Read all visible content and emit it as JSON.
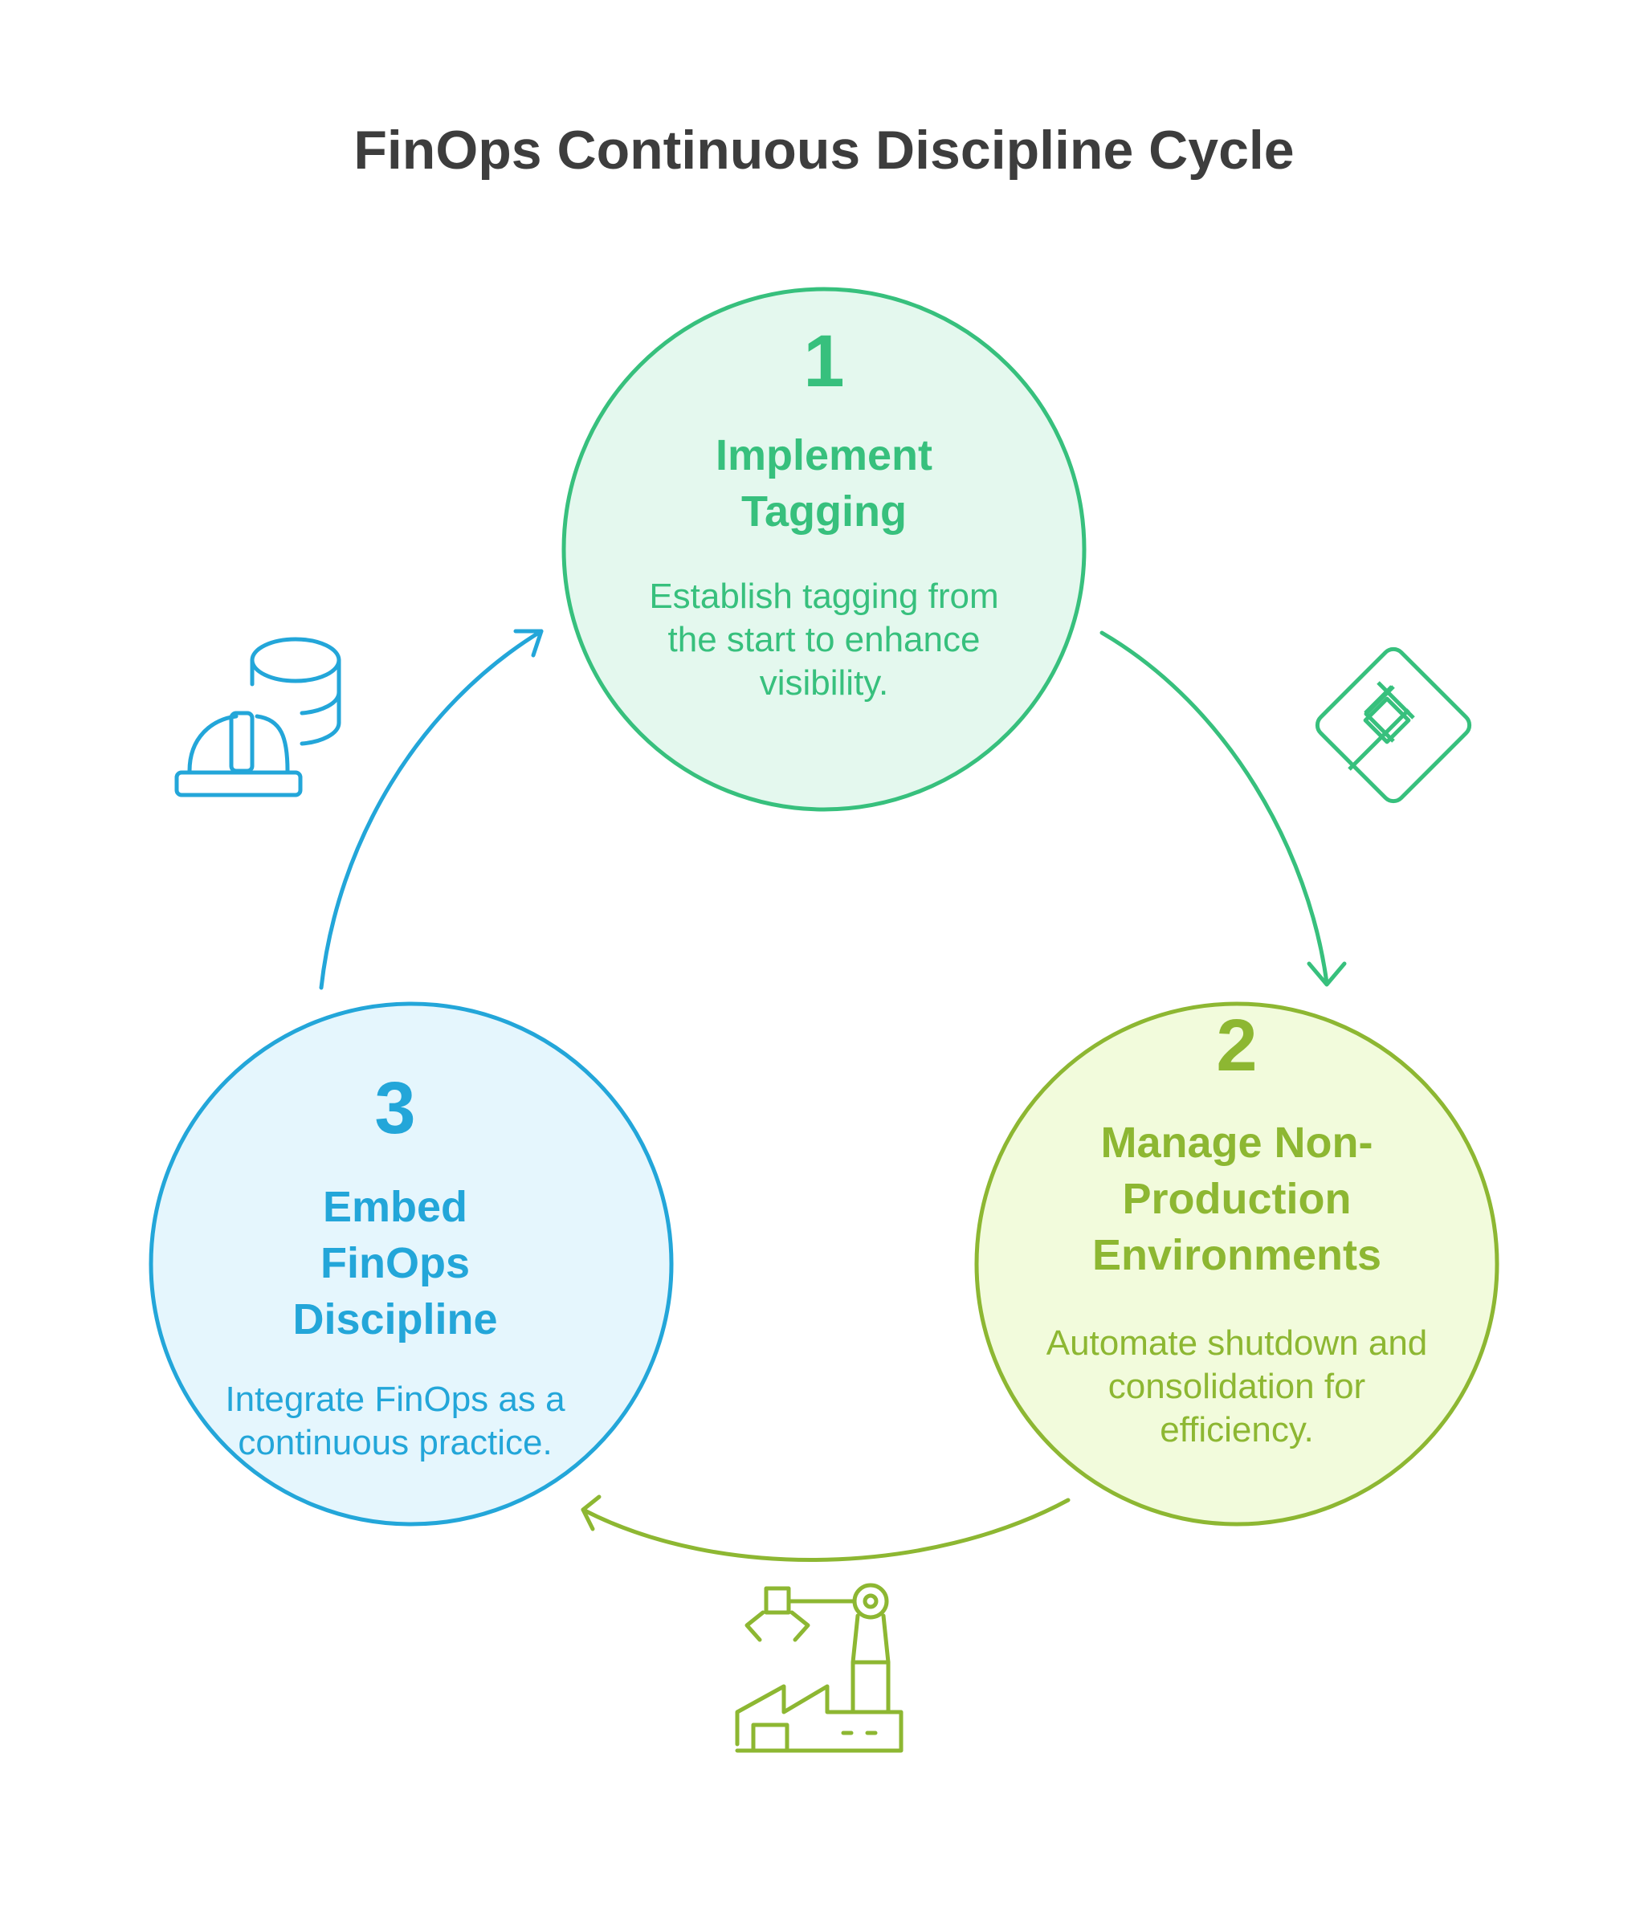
{
  "title": "FinOps Continuous Discipline Cycle",
  "steps": [
    {
      "number": "1",
      "heading": "Implement Tagging",
      "description": "Establish tagging from the start to enhance visibility.",
      "icon": "tag-diamond-icon",
      "color": "#37c07d",
      "fill": "#e4f8ee"
    },
    {
      "number": "2",
      "heading": "Manage Non-Production Environments",
      "description": "Automate shutdown and consolidation for efficiency.",
      "icon": "factory-robot-arm-icon",
      "color": "#8db732",
      "fill": "#f2fbdc"
    },
    {
      "number": "3",
      "heading": "Embed FinOps Discipline",
      "description": "Integrate FinOps as a continuous practice.",
      "icon": "hard-hat-database-icon",
      "color": "#23a6d9",
      "fill": "#e5f6fd"
    }
  ]
}
